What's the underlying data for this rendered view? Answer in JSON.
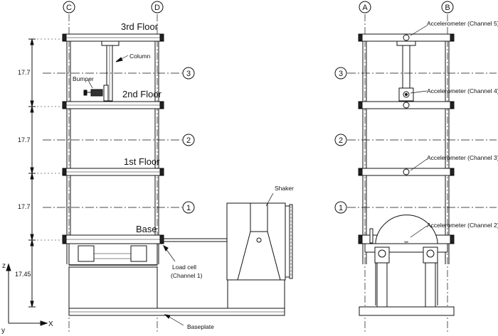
{
  "grid_bubbles_top": [
    "C",
    "D",
    "A",
    "B"
  ],
  "level_bubbles": [
    "3",
    "2",
    "1"
  ],
  "floor_labels": {
    "third": "3rd Floor",
    "second": "2nd Floor",
    "first": "1st Floor",
    "base": "Base"
  },
  "component_labels": {
    "column": "Column",
    "bumper": "Bumper",
    "shaker": "Shaker",
    "load_cell_line1": "Load cell",
    "load_cell_line2": "(Channel 1)",
    "baseplate": "Baseplate"
  },
  "accelerometer_labels": [
    "Accelerometer (Channel 5)",
    "Accelerometer (Channel 4)",
    "Accelerometer (Channel 3)",
    "Accelerometer (Channel 2)"
  ],
  "dimensions": [
    "17.7",
    "17.7",
    "17.7",
    "17.45"
  ],
  "axis_labels": {
    "z": "z",
    "x": "X",
    "y": "y"
  },
  "colors": {
    "line": "#111111",
    "background": "#ffffff"
  }
}
